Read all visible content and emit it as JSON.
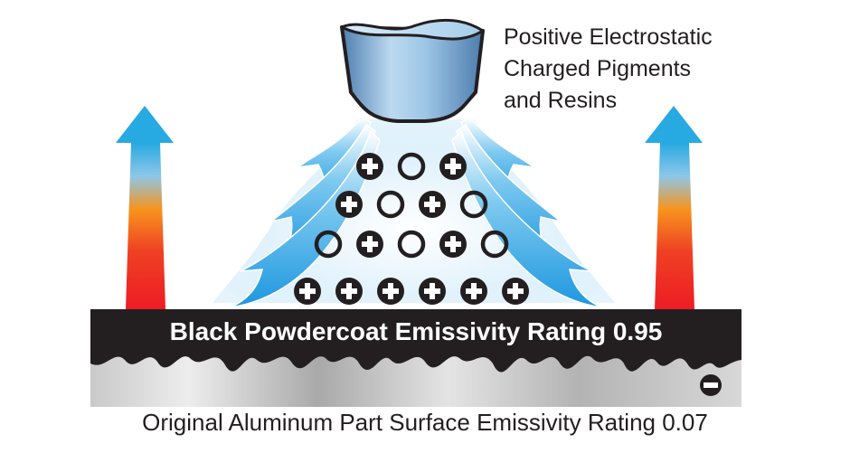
{
  "caption_top": {
    "line1": "Positive Electrostatic",
    "line2": "Charged Pigments",
    "line3": "and Resins"
  },
  "powdercoat_label": "Black Powdercoat Emissivity Rating 0.95",
  "aluminum_label": "Original Aluminum Part Surface Emissivity Rating 0.07",
  "particle_rows": [
    [
      "plus",
      "ring",
      "plus"
    ],
    [
      "plus",
      "ring",
      "plus",
      "ring"
    ],
    [
      "ring",
      "plus",
      "ring",
      "plus",
      "ring"
    ],
    [
      "plus",
      "plus",
      "plus",
      "plus",
      "plus",
      "plus"
    ]
  ],
  "symbols": {
    "positive": "plus",
    "neutral": "ring",
    "surface_charge": "minus"
  },
  "colors": {
    "coat": "#231f20",
    "nozzle": "#8fbfe3",
    "spray": "#2aa3e3",
    "arrow_top": "#27a9e1",
    "arrow_bottom": "#ed1c24"
  }
}
